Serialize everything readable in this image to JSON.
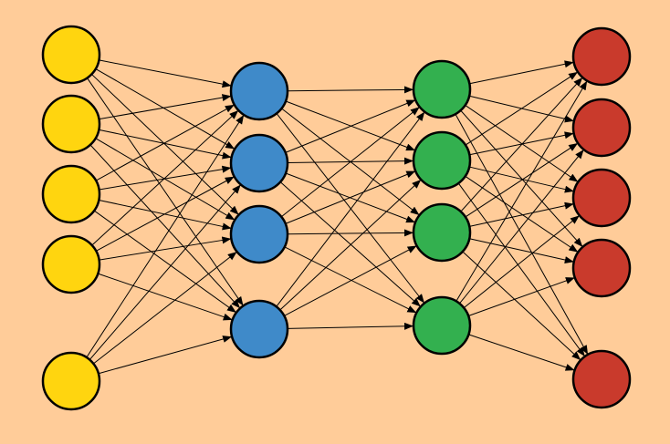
{
  "colors": {
    "background": "#FFCC99",
    "edge": "#000000",
    "node_stroke": "#000000"
  },
  "diagram": {
    "type": "fully-connected-neural-network",
    "layers": [
      {
        "node_count": 5,
        "color": "#FFD50F"
      },
      {
        "node_count": 4,
        "color": "#3F8AC9"
      },
      {
        "node_count": 4,
        "color": "#33B04F"
      },
      {
        "node_count": 5,
        "color": "#C93A2C"
      }
    ],
    "connections": "fully-connected-between-adjacent-layers",
    "edge_style": "arrow"
  }
}
